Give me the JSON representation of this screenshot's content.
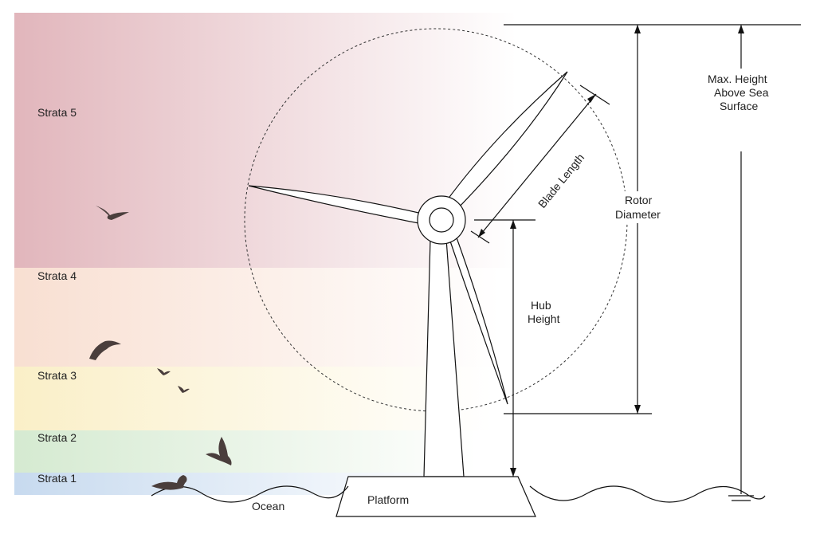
{
  "strata": [
    {
      "label": "Strata 5",
      "color": "#c97a85"
    },
    {
      "label": "Strata 4",
      "color": "#f0b89a"
    },
    {
      "label": "Strata 3",
      "color": "#f6e29a"
    },
    {
      "label": "Strata 2",
      "color": "#b9dcb2"
    },
    {
      "label": "Strata 1",
      "color": "#a9c6e6"
    }
  ],
  "labels": {
    "ocean": "Ocean",
    "platform": "Platform",
    "blade_length": "Blade Length",
    "hub_height_line1": "Hub",
    "hub_height_line2": "Height",
    "rotor_diameter_line1": "Rotor",
    "rotor_diameter_line2": "Diameter",
    "max_height_line1": "Max. Height",
    "max_height_line2": "Above Sea",
    "max_height_line3": "Surface"
  },
  "icons": [
    "bird-icon",
    "duck-icon",
    "goose-icon"
  ]
}
